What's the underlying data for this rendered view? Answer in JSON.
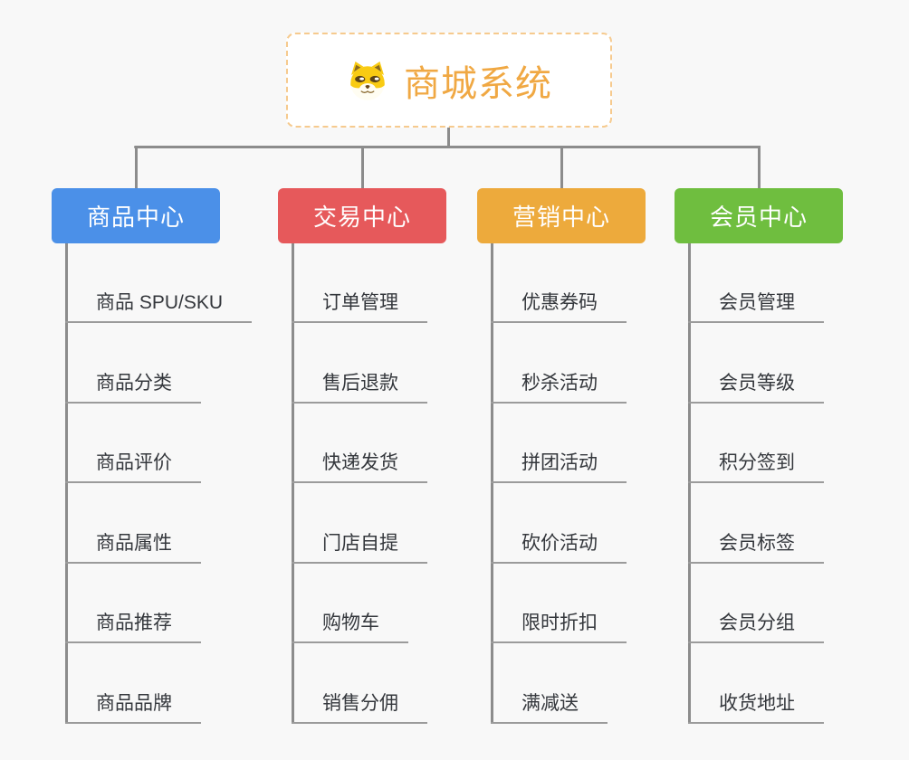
{
  "canvas": {
    "background": "#F8F8F8"
  },
  "root": {
    "title": "商城系统",
    "icon": "shiba-dog-icon",
    "title_color": "#F0A843",
    "border_color": "#F6CA8E",
    "background": "#FFFFFF"
  },
  "connectors": {
    "line_color": "#8C8C8C",
    "leaf_underline_color": "#9B9B9B"
  },
  "leaf_text_color": "#34373C",
  "branches": [
    {
      "label": "商品中心",
      "color": "#4B90E8",
      "children": [
        "商品 SPU/SKU",
        "商品分类",
        "商品评价",
        "商品属性",
        "商品推荐",
        "商品品牌"
      ]
    },
    {
      "label": "交易中心",
      "color": "#E6595B",
      "children": [
        "订单管理",
        "售后退款",
        "快递发货",
        "门店自提",
        "购物车",
        "销售分佣"
      ]
    },
    {
      "label": "营销中心",
      "color": "#EDAA3C",
      "children": [
        "优惠券码",
        "秒杀活动",
        "拼团活动",
        "砍价活动",
        "限时折扣",
        "满减送"
      ]
    },
    {
      "label": "会员中心",
      "color": "#6FBE3F",
      "children": [
        "会员管理",
        "会员等级",
        "积分签到",
        "会员标签",
        "会员分组",
        "收货地址"
      ]
    }
  ]
}
